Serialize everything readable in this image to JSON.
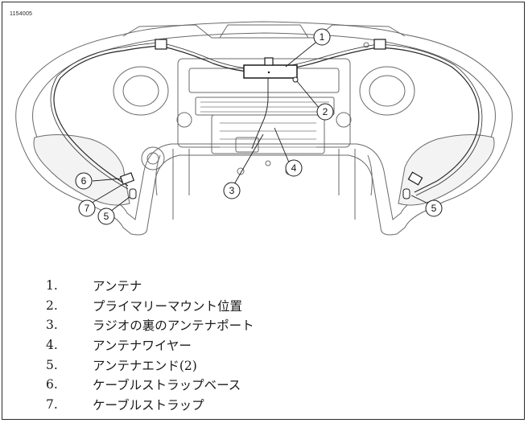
{
  "figure_id": "1154005",
  "callouts": {
    "c1": "1",
    "c2": "2",
    "c3": "3",
    "c4": "4",
    "c5a": "5",
    "c5b": "5",
    "c6": "6",
    "c7": "7"
  },
  "legend": [
    {
      "num": "1.",
      "text": "アンテナ"
    },
    {
      "num": "2.",
      "text": "プライマリーマウント位置"
    },
    {
      "num": "3.",
      "text": "ラジオの裏のアンテナポート"
    },
    {
      "num": "4.",
      "text": "アンテナワイヤー"
    },
    {
      "num": "5.",
      "text": "アンテナエンド(2)"
    },
    {
      "num": "6.",
      "text": "ケーブルストラップベース"
    },
    {
      "num": "7.",
      "text": "ケーブルストラップ"
    }
  ]
}
